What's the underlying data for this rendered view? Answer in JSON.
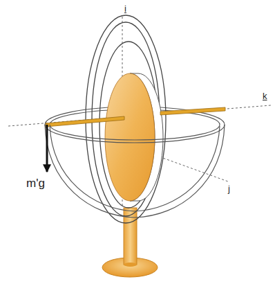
{
  "diagram": {
    "labels": [
      "i",
      "k",
      "j",
      "m'g"
    ]
  }
}
